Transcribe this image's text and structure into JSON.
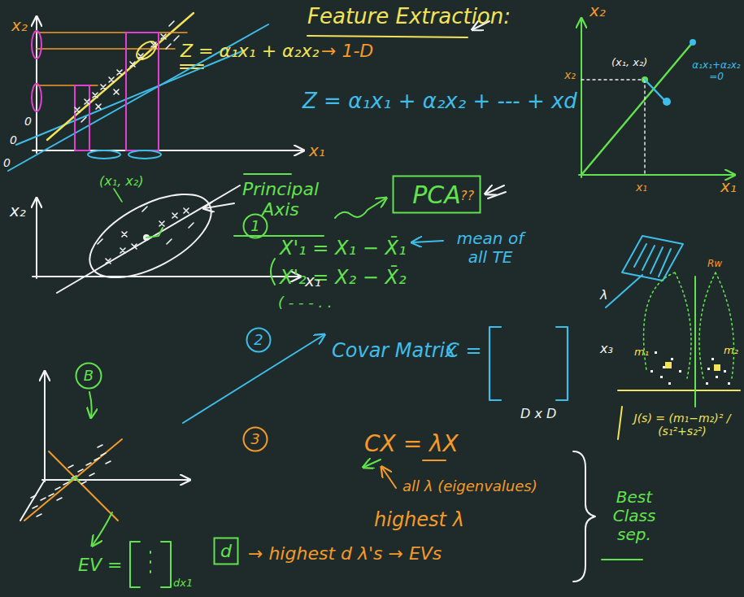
{
  "diagram": {
    "title": "Feature Extraction:",
    "nodes": [
      {
        "text": [
          "PCA"
        ]
      },
      {
        "text": [
          "1"
        ]
      },
      {
        "text": [
          "B"
        ]
      },
      {
        "text": [
          "2"
        ]
      },
      {
        "text": [
          "3"
        ]
      },
      {
        "text": [
          "d"
        ]
      }
    ],
    "labels": [
      "Z = α₁x₁ + α₂x₂",
      "→ 1-D",
      "Z = α₁x₁ + α₂x₂ + --- + xd",
      "Principal Axis",
      "??",
      "X'₁ = X₁ − X̄₁",
      "X'₂ = X₂ − X̄₂",
      "( - - - . .",
      "mean of all TE",
      "Covar Matrix",
      "C =",
      "D x D",
      "CX = λX",
      "all λ (eigenvalues)",
      "highest λ",
      "→ highest d λ's → EVs",
      "Best Class sep.",
      "EV =",
      "dx1",
      "x₂",
      "x₁",
      "0",
      "0",
      "0",
      "(x₁, x₂)",
      "x₂",
      "x₁",
      "x₂",
      "(x₁, x₂)",
      "x₂",
      "x₁",
      "x₁",
      "α₁x₁+α₂x₂ =0",
      "λ",
      "x₃",
      "Rw",
      "m₁",
      "m₂",
      "J(s) = (m₁−m₂)² / (s₁²+s₂²)"
    ]
  }
}
